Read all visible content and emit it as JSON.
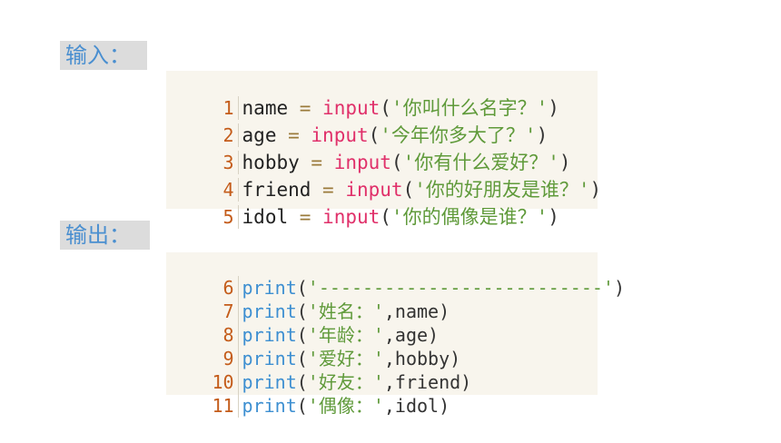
{
  "labels": {
    "input": "输入：",
    "output": "输出："
  },
  "input_block": {
    "lines": [
      {
        "number": "1",
        "var": "name",
        "op": " = ",
        "func": "input",
        "open": "(",
        "str": "'你叫什么名字？'",
        "close": ")"
      },
      {
        "number": "2",
        "var": "age",
        "op": " = ",
        "func": "input",
        "open": "(",
        "str": "'今年你多大了？'",
        "close": ")"
      },
      {
        "number": "3",
        "var": "hobby",
        "op": " = ",
        "func": "input",
        "open": "(",
        "str": "'你有什么爱好？'",
        "close": ")"
      },
      {
        "number": "4",
        "var": "friend",
        "op": " = ",
        "func": "input",
        "open": "(",
        "str": "'你的好朋友是谁？'",
        "close": ")"
      },
      {
        "number": "5",
        "var": "idol",
        "op": " = ",
        "func": "input",
        "open": "(",
        "str": "'你的偶像是谁？'",
        "close": ")"
      }
    ]
  },
  "output_block": {
    "lines": [
      {
        "number": "6",
        "func": "print",
        "open": "(",
        "str": "'--------------------------'",
        "rest": ")"
      },
      {
        "number": "7",
        "func": "print",
        "open": "(",
        "str": "'姓名：'",
        "rest": ",name)"
      },
      {
        "number": "8",
        "func": "print",
        "open": "(",
        "str": "'年龄：'",
        "rest": ",age)"
      },
      {
        "number": "9",
        "func": "print",
        "open": "(",
        "str": "'爱好：'",
        "rest": ",hobby)"
      },
      {
        "number": "10",
        "func": "print",
        "open": "(",
        "str": "'好友：'",
        "rest": ",friend)"
      },
      {
        "number": "11",
        "func": "print",
        "open": "(",
        "str": "'偶像：'",
        "rest": ",idol)"
      }
    ]
  },
  "colors": {
    "label_text": "#4a8fd0",
    "label_bg": "#dcdcdc",
    "code_bg": "#f8f5ed",
    "line_number": "#c45c1a",
    "input_func": "#e0306a",
    "print_func": "#3d8fd1",
    "string": "#5f9a3a"
  }
}
